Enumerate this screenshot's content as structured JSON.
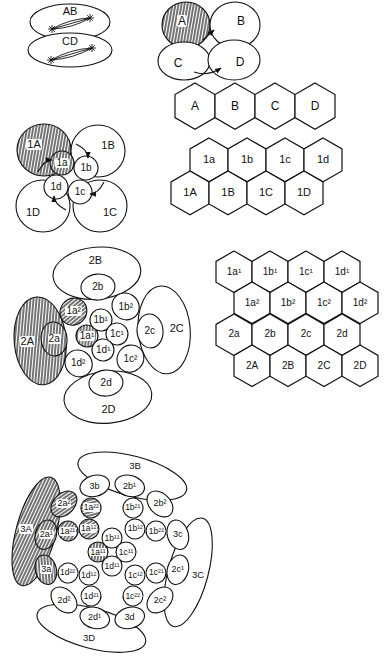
{
  "diagram": {
    "nodes": [
      {
        "text": [
          "AB"
        ]
      },
      {
        "text": [
          "CD"
        ]
      },
      {
        "text": [
          "A"
        ]
      },
      {
        "text": [
          "B"
        ]
      },
      {
        "text": [
          "C"
        ]
      },
      {
        "text": [
          "D"
        ]
      },
      {
        "text": [
          "A"
        ]
      },
      {
        "text": [
          "B"
        ]
      },
      {
        "text": [
          "C"
        ]
      },
      {
        "text": [
          "D"
        ]
      },
      {
        "text": [
          "1A"
        ]
      },
      {
        "text": [
          "1B"
        ]
      },
      {
        "text": [
          "1C"
        ]
      },
      {
        "text": [
          "1D"
        ]
      },
      {
        "text": [
          "1a"
        ]
      },
      {
        "text": [
          "1b"
        ]
      },
      {
        "text": [
          "1c"
        ]
      },
      {
        "text": [
          "1d"
        ]
      },
      {
        "text": [
          "1a"
        ]
      },
      {
        "text": [
          "1b"
        ]
      },
      {
        "text": [
          "1c"
        ]
      },
      {
        "text": [
          "1d"
        ]
      },
      {
        "text": [
          "1A"
        ]
      },
      {
        "text": [
          "1B"
        ]
      },
      {
        "text": [
          "1C"
        ]
      },
      {
        "text": [
          "1D"
        ]
      },
      {
        "text": [
          "2A"
        ]
      },
      {
        "text": [
          "2B"
        ]
      },
      {
        "text": [
          "2C"
        ]
      },
      {
        "text": [
          "2D"
        ]
      },
      {
        "text": [
          "2a"
        ]
      },
      {
        "text": [
          "2b"
        ]
      },
      {
        "text": [
          "2c"
        ]
      },
      {
        "text": [
          "2d"
        ]
      },
      {
        "text": [
          "1a¹"
        ]
      },
      {
        "text": [
          "1b¹"
        ]
      },
      {
        "text": [
          "1c¹"
        ]
      },
      {
        "text": [
          "1d¹"
        ]
      },
      {
        "text": [
          "1a²"
        ]
      },
      {
        "text": [
          "1b²"
        ]
      },
      {
        "text": [
          "1c²"
        ]
      },
      {
        "text": [
          "1d²"
        ]
      },
      {
        "text": [
          "1a¹"
        ]
      },
      {
        "text": [
          "1b¹"
        ]
      },
      {
        "text": [
          "1c¹"
        ]
      },
      {
        "text": [
          "1d¹"
        ]
      },
      {
        "text": [
          "1a²"
        ]
      },
      {
        "text": [
          "1b²"
        ]
      },
      {
        "text": [
          "1c²"
        ]
      },
      {
        "text": [
          "1d²"
        ]
      },
      {
        "text": [
          "2a"
        ]
      },
      {
        "text": [
          "2b"
        ]
      },
      {
        "text": [
          "2c"
        ]
      },
      {
        "text": [
          "2d"
        ]
      },
      {
        "text": [
          "2A"
        ]
      },
      {
        "text": [
          "2B"
        ]
      },
      {
        "text": [
          "2C"
        ]
      },
      {
        "text": [
          "2D"
        ]
      },
      {
        "text": [
          "3A"
        ]
      },
      {
        "text": [
          "3B"
        ]
      },
      {
        "text": [
          "3C"
        ]
      },
      {
        "text": [
          "3D"
        ]
      },
      {
        "text": [
          "3a"
        ]
      },
      {
        "text": [
          "3b"
        ]
      },
      {
        "text": [
          "3c"
        ]
      },
      {
        "text": [
          "3d"
        ]
      },
      {
        "text": [
          "2a¹"
        ]
      },
      {
        "text": [
          "2b¹"
        ]
      },
      {
        "text": [
          "2c¹"
        ]
      },
      {
        "text": [
          "2d¹"
        ]
      },
      {
        "text": [
          "2a²"
        ]
      },
      {
        "text": [
          "2b²"
        ]
      },
      {
        "text": [
          "2c²"
        ]
      },
      {
        "text": [
          "2d²"
        ]
      },
      {
        "text": [
          "1a¹¹"
        ]
      },
      {
        "text": [
          "1b¹¹"
        ]
      },
      {
        "text": [
          "1c¹¹"
        ]
      },
      {
        "text": [
          "1d¹¹"
        ]
      },
      {
        "text": [
          "1a¹²"
        ]
      },
      {
        "text": [
          "1b¹²"
        ]
      },
      {
        "text": [
          "1c¹²"
        ]
      },
      {
        "text": [
          "1d¹²"
        ]
      },
      {
        "text": [
          "1a²¹"
        ]
      },
      {
        "text": [
          "1b²¹"
        ]
      },
      {
        "text": [
          "1c²¹"
        ]
      },
      {
        "text": [
          "1d²¹"
        ]
      },
      {
        "text": [
          "1a²²"
        ]
      },
      {
        "text": [
          "1b²²"
        ]
      },
      {
        "text": [
          "1c²²"
        ]
      },
      {
        "text": [
          "1d²²"
        ]
      }
    ]
  }
}
